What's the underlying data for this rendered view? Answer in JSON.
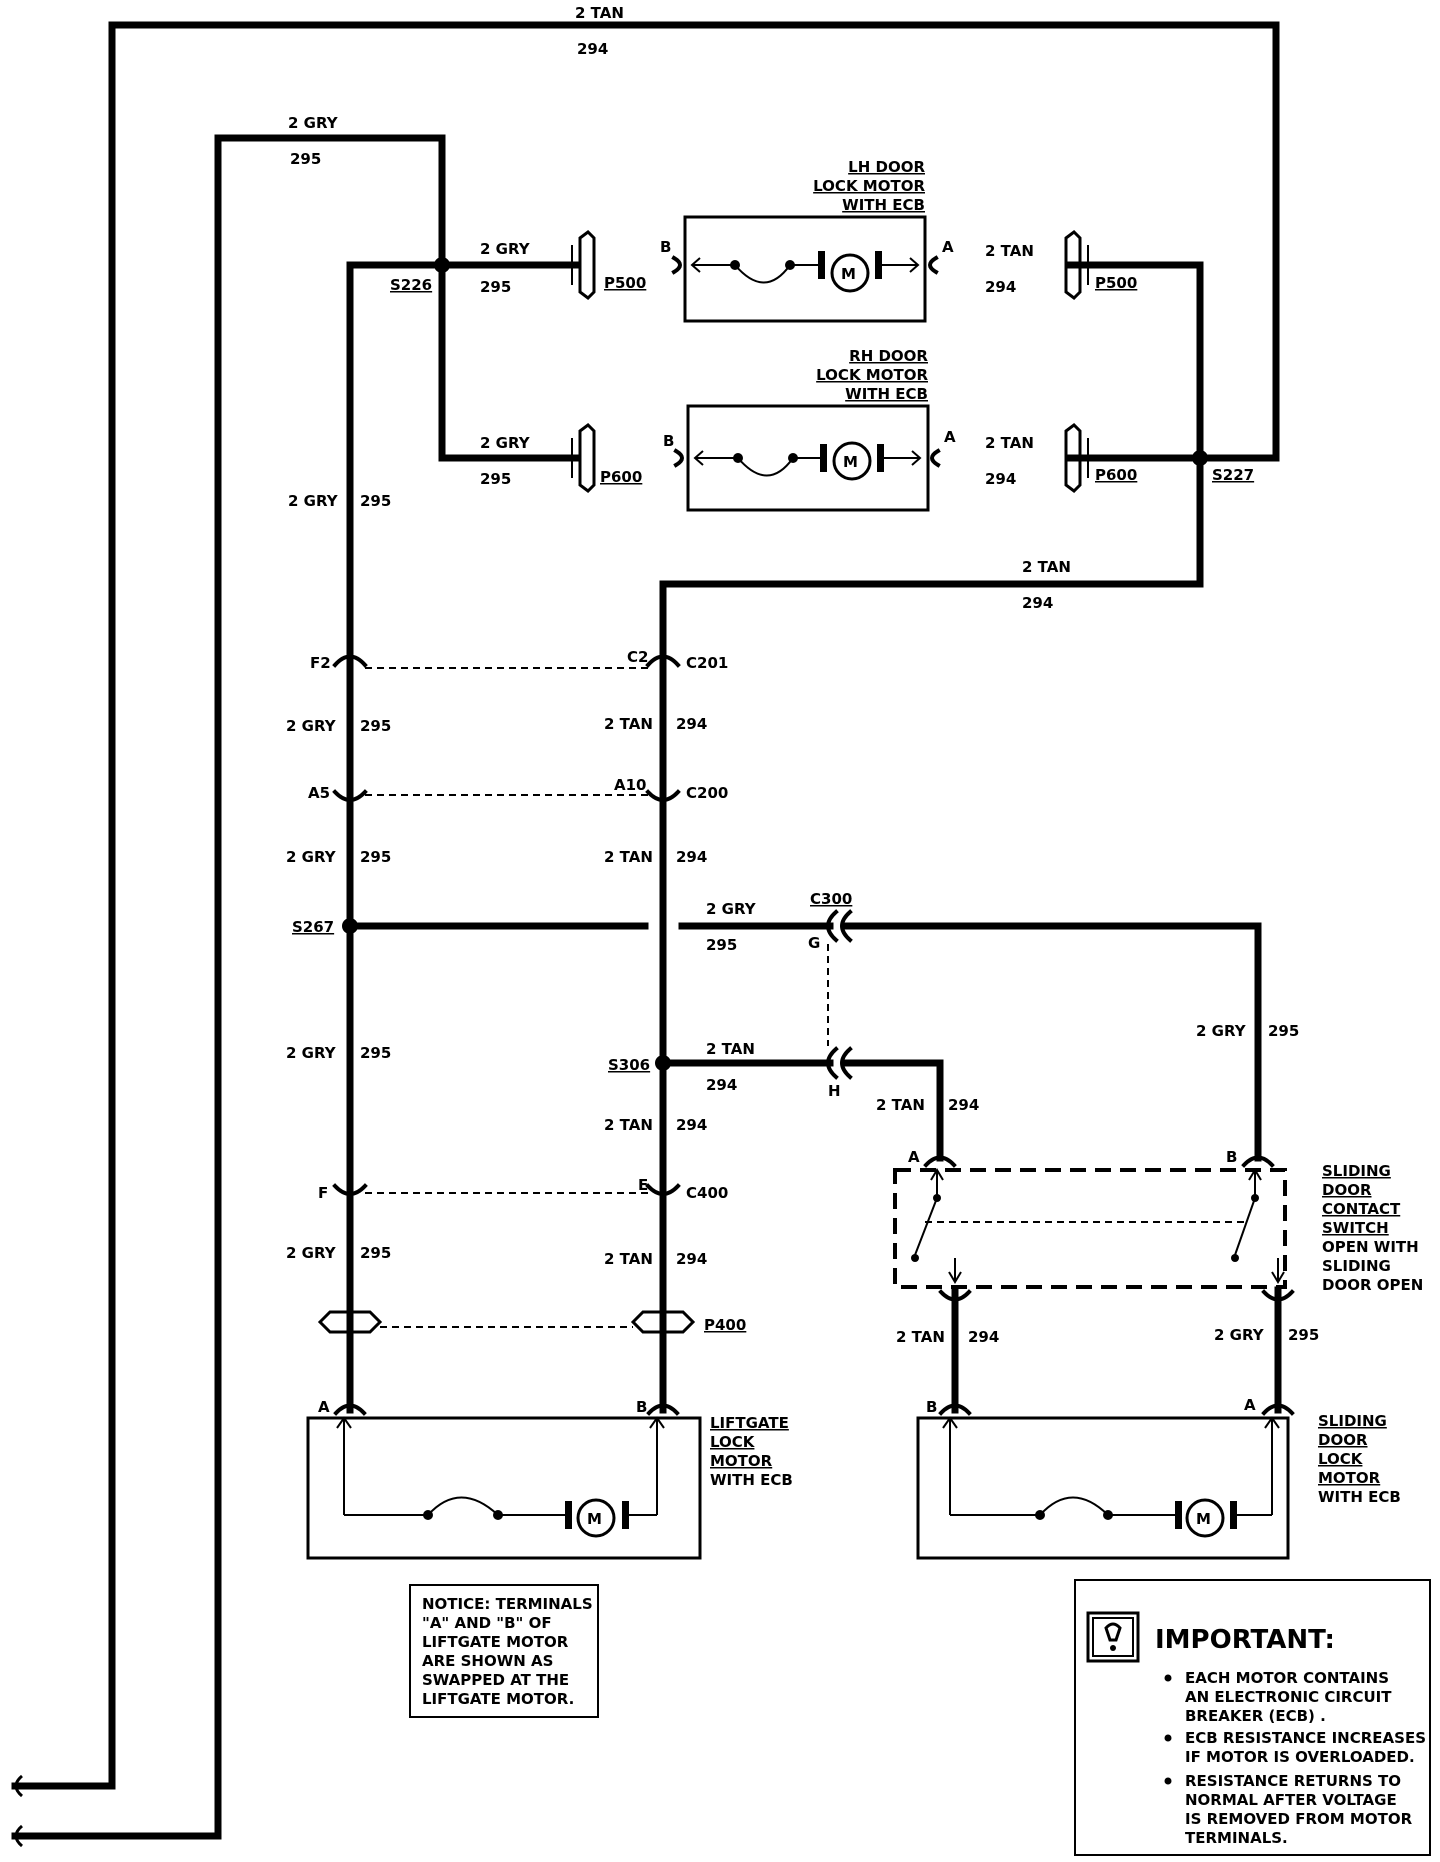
{
  "wires": {
    "w294_label": "2 TAN",
    "w294_circuit": "294",
    "w295_label": "2 GRY",
    "w295_circuit": "295"
  },
  "splices": {
    "s226": "S226",
    "s227": "S227",
    "s267": "S267",
    "s306": "S306"
  },
  "connectors": {
    "p500": "P500",
    "p600": "P600",
    "p400": "P400",
    "c201": "C201",
    "c200": "C200",
    "c300": "C300",
    "c400": "C400"
  },
  "pins": {
    "a": "A",
    "b": "B",
    "f2": "F2",
    "c2": "C2",
    "a5": "A5",
    "a10": "A10",
    "g": "G",
    "h": "H",
    "f": "F",
    "e": "E",
    "m": "M"
  },
  "components": {
    "lh_motor": [
      "LH DOOR",
      "LOCK MOTOR",
      "WITH ECB"
    ],
    "rh_motor": [
      "RH DOOR",
      "LOCK MOTOR",
      "WITH ECB"
    ],
    "liftgate_motor": [
      "LIFTGATE",
      "LOCK",
      "MOTOR",
      "WITH ECB"
    ],
    "sliding_motor": [
      "SLIDING",
      "DOOR",
      "LOCK",
      "MOTOR",
      "WITH ECB"
    ],
    "contact_switch": [
      "SLIDING",
      "DOOR",
      "CONTACT",
      "SWITCH",
      "OPEN WITH",
      "SLIDING",
      "DOOR OPEN"
    ]
  },
  "notice": [
    "NOTICE:  TERMINALS",
    "\"A\" AND \"B\" OF",
    "LIFTGATE MOTOR",
    "ARE SHOWN AS",
    "SWAPPED AT THE",
    "LIFTGATE MOTOR."
  ],
  "important": {
    "title": "IMPORTANT:",
    "bullets": [
      [
        "EACH MOTOR CONTAINS",
        "AN ELECTRONIC CIRCUIT",
        "BREAKER (ECB) ."
      ],
      [
        "ECB RESISTANCE INCREASES",
        "IF MOTOR IS OVERLOADED."
      ],
      [
        "RESISTANCE RETURNS TO",
        "NORMAL AFTER VOLTAGE",
        "IS REMOVED FROM MOTOR",
        "TERMINALS."
      ]
    ]
  }
}
